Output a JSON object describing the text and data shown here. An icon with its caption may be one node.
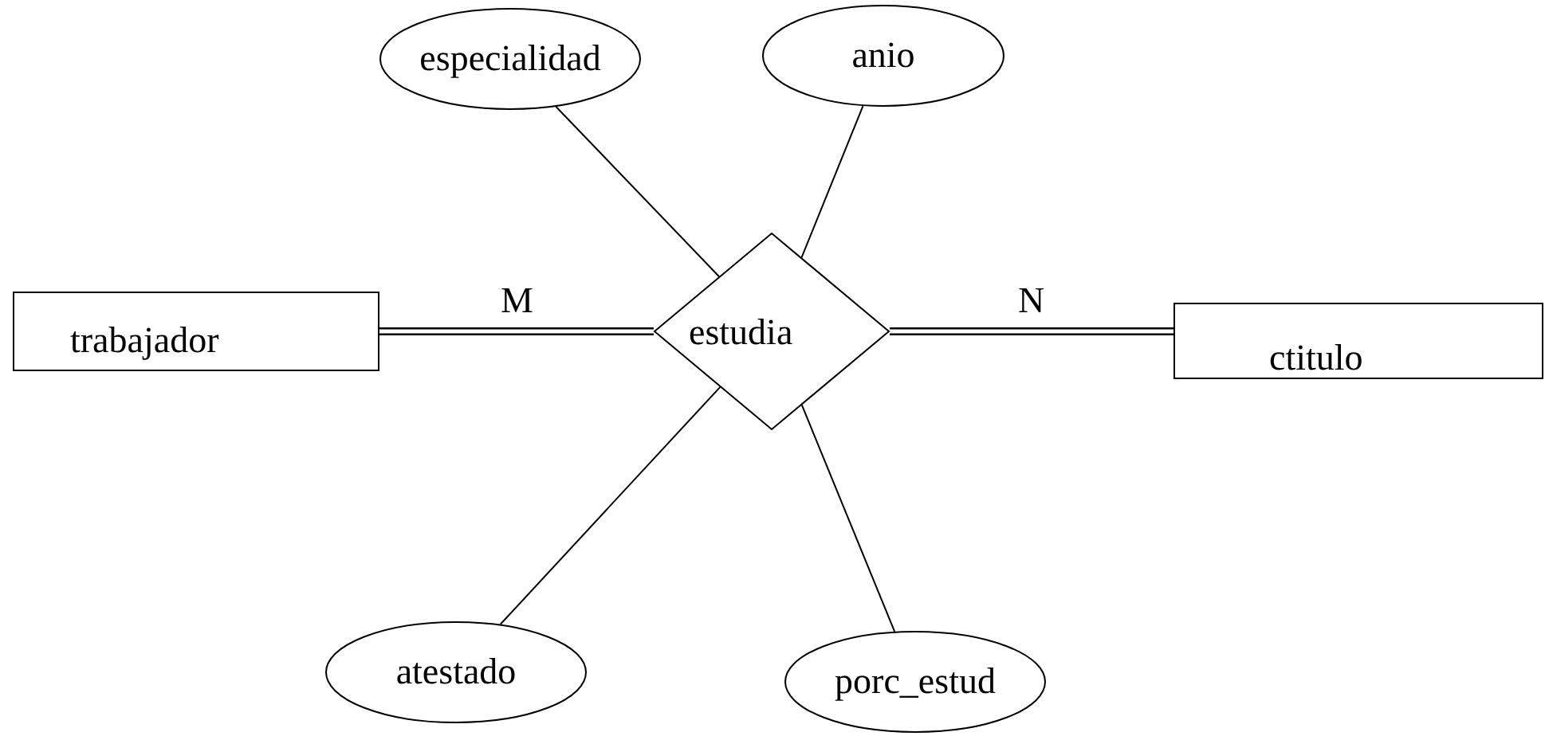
{
  "diagram": {
    "nodes": [
      {
        "text": [
          "especialidad"
        ]
      },
      {
        "text": [
          "anio"
        ]
      },
      {
        "text": [
          "trabajador"
        ]
      },
      {
        "text": [
          "estudia"
        ]
      },
      {
        "text": [
          "ctitulo"
        ]
      },
      {
        "text": [
          "atestado"
        ]
      },
      {
        "text": [
          "porc_estud"
        ]
      }
    ],
    "edges": [
      {
        "from": 0,
        "to": 3,
        "arrow": "none"
      },
      {
        "from": 1,
        "to": 3,
        "arrow": "none"
      },
      {
        "from": 2,
        "to": 3,
        "arrow": "none",
        "label": "M",
        "style": "thick"
      },
      {
        "from": 3,
        "to": 4,
        "arrow": "none",
        "label": "N",
        "style": "thick"
      },
      {
        "from": 5,
        "to": 3,
        "arrow": "none"
      },
      {
        "from": 6,
        "to": 3,
        "arrow": "none"
      }
    ]
  }
}
